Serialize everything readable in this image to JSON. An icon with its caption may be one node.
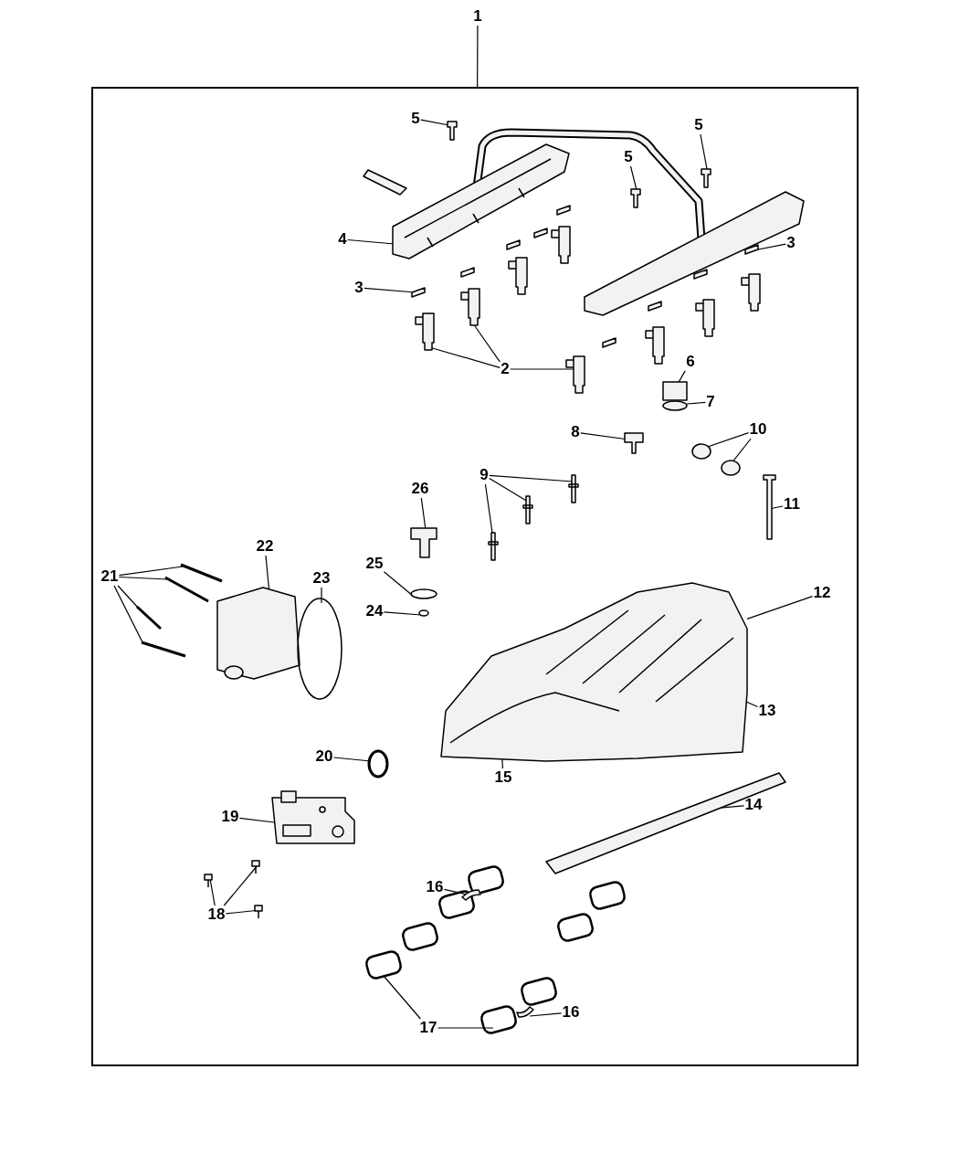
{
  "diagram": {
    "nodes": [
      {
        "text": [
          "1"
        ]
      },
      {
        "text": [],
        "shape": "box"
      },
      {
        "text": [
          "5"
        ],
        "in": 1
      },
      {
        "text": [
          "5"
        ],
        "in": 1
      },
      {
        "text": [
          "5"
        ],
        "in": 1
      },
      {
        "text": [
          "4"
        ],
        "in": 1
      },
      {
        "text": [
          "3"
        ],
        "in": 1
      },
      {
        "text": [
          "3"
        ],
        "in": 1
      },
      {
        "text": [
          "6"
        ],
        "in": 1
      },
      {
        "text": [
          "2"
        ],
        "in": 1
      },
      {
        "text": [
          "7"
        ],
        "in": 1
      },
      {
        "text": [
          "8"
        ],
        "in": 1
      },
      {
        "text": [
          "10"
        ],
        "in": 1
      },
      {
        "text": [
          "9"
        ],
        "in": 1
      },
      {
        "text": [
          "26"
        ],
        "in": 1
      },
      {
        "text": [
          "11"
        ],
        "in": 1
      },
      {
        "text": [
          "22"
        ],
        "in": 1
      },
      {
        "text": [
          "25"
        ],
        "in": 1
      },
      {
        "text": [
          "21"
        ],
        "in": 1
      },
      {
        "text": [
          "23"
        ],
        "in": 1
      },
      {
        "text": [
          "12"
        ],
        "in": 1
      },
      {
        "text": [
          "24"
        ],
        "in": 1
      },
      {
        "text": [
          "13"
        ],
        "in": 1
      },
      {
        "text": [
          "20"
        ],
        "in": 1
      },
      {
        "text": [
          "15"
        ],
        "in": 1
      },
      {
        "text": [
          "14"
        ],
        "in": 1
      },
      {
        "text": [
          "19"
        ],
        "in": 1
      },
      {
        "text": [
          "16"
        ],
        "in": 1
      },
      {
        "text": [
          "18"
        ],
        "in": 1
      },
      {
        "text": [
          "17"
        ],
        "in": 1
      },
      {
        "text": [
          "16"
        ],
        "in": 1
      },
      {
        "text": [],
        "shape": "picture",
        "in": 1
      },
      {
        "text": [],
        "shape": "picture",
        "in": 1
      },
      {
        "text": [],
        "shape": "picture",
        "in": 1
      },
      {
        "text": [],
        "shape": "picture",
        "in": 1
      },
      {
        "text": [],
        "shape": "box",
        "in": 1
      },
      {
        "text": [],
        "shape": "box",
        "in": 1
      },
      {
        "text": [],
        "shape": "picture",
        "in": 1
      },
      {
        "text": [],
        "shape": "picture",
        "in": 1
      },
      {
        "text": [],
        "shape": "picture",
        "in": 1
      },
      {
        "text": [],
        "shape": "box",
        "in": 1
      },
      {
        "text": [],
        "shape": "circle",
        "in": 1
      },
      {
        "text": [],
        "shape": "picture",
        "in": 1
      },
      {
        "text": [],
        "shape": "circle",
        "in": 1
      },
      {
        "text": [],
        "shape": "circle",
        "in": 1
      },
      {
        "text": [],
        "shape": "picture",
        "in": 1
      },
      {
        "text": [],
        "shape": "picture",
        "in": 1
      },
      {
        "text": [],
        "shape": "picture",
        "in": 1
      },
      {
        "text": [],
        "shape": "picture",
        "in": 1
      },
      {
        "text": [],
        "shape": "picture",
        "in": 1
      },
      {
        "text": [],
        "shape": "picture",
        "in": 1
      },
      {
        "text": [],
        "shape": "circle",
        "in": 1
      },
      {
        "text": [],
        "shape": "picture",
        "in": 1
      },
      {
        "text": [],
        "shape": "picture",
        "in": 1
      },
      {
        "text": [],
        "shape": "picture",
        "in": 1
      },
      {
        "text": [],
        "shape": "picture",
        "in": 1
      },
      {
        "text": [],
        "shape": "circle",
        "in": 1
      },
      {
        "text": [],
        "shape": "picture",
        "in": 1
      },
      {
        "text": [],
        "shape": "circle",
        "in": 1
      },
      {
        "text": [],
        "shape": "circle",
        "in": 1
      },
      {
        "text": [],
        "shape": "picture",
        "in": 1
      },
      {
        "text": [],
        "shape": "picture",
        "in": 1
      },
      {
        "text": [],
        "shape": "picture",
        "in": 1
      },
      {
        "text": [],
        "shape": "picture",
        "in": 1
      },
      {
        "text": [],
        "shape": "picture",
        "in": 1
      },
      {
        "text": [],
        "shape": "picture",
        "in": 1
      },
      {
        "text": [],
        "shape": "box",
        "in": 1
      },
      {
        "text": [],
        "shape": "box",
        "in": 1
      },
      {
        "text": [],
        "shape": "picture",
        "in": 1
      }
    ],
    "edges": [
      {
        "from": 0,
        "to": 1,
        "arrow": "none"
      },
      {
        "from": 2,
        "to": 31,
        "arrow": "none"
      },
      {
        "from": 3,
        "to": 32,
        "arrow": "none"
      },
      {
        "from": 4,
        "to": 33,
        "arrow": "none"
      },
      {
        "from": 5,
        "to": 34,
        "arrow": "none"
      },
      {
        "from": 6,
        "to": 35,
        "arrow": "none"
      },
      {
        "from": 7,
        "to": 36,
        "arrow": "none"
      },
      {
        "from": 9,
        "to": 37,
        "arrow": "none"
      },
      {
        "from": 9,
        "to": 38,
        "arrow": "none"
      },
      {
        "from": 9,
        "to": 39,
        "arrow": "none"
      },
      {
        "from": 8,
        "to": 40,
        "arrow": "none"
      },
      {
        "from": 10,
        "to": 41,
        "arrow": "none"
      },
      {
        "from": 11,
        "to": 42,
        "arrow": "none"
      },
      {
        "from": 12,
        "to": 43,
        "arrow": "none"
      },
      {
        "from": 12,
        "to": 44,
        "arrow": "none"
      },
      {
        "from": 13,
        "to": 45,
        "arrow": "none"
      },
      {
        "from": 13,
        "to": 46,
        "arrow": "none"
      },
      {
        "from": 13,
        "to": 47,
        "arrow": "none"
      },
      {
        "from": 14,
        "to": 48,
        "arrow": "none"
      },
      {
        "from": 15,
        "to": 49,
        "arrow": "none"
      },
      {
        "from": 16,
        "to": 50,
        "arrow": "none"
      },
      {
        "from": 17,
        "to": 51,
        "arrow": "none"
      },
      {
        "from": 18,
        "to": 52,
        "arrow": "none"
      },
      {
        "from": 18,
        "to": 53,
        "arrow": "none"
      },
      {
        "from": 18,
        "to": 54,
        "arrow": "none"
      },
      {
        "from": 18,
        "to": 55,
        "arrow": "none"
      },
      {
        "from": 19,
        "to": 56,
        "arrow": "none"
      },
      {
        "from": 20,
        "to": 57,
        "arrow": "none"
      },
      {
        "from": 21,
        "to": 58,
        "arrow": "none"
      },
      {
        "from": 22,
        "to": 57,
        "arrow": "none"
      },
      {
        "from": 23,
        "to": 59,
        "arrow": "none"
      },
      {
        "from": 24,
        "to": 57,
        "arrow": "none"
      },
      {
        "from": 25,
        "to": 60,
        "arrow": "none"
      },
      {
        "from": 26,
        "to": 61,
        "arrow": "none"
      },
      {
        "from": 27,
        "to": 62,
        "arrow": "none"
      },
      {
        "from": 28,
        "to": 63,
        "arrow": "none"
      },
      {
        "from": 28,
        "to": 64,
        "arrow": "none"
      },
      {
        "from": 28,
        "to": 65,
        "arrow": "none"
      },
      {
        "from": 29,
        "to": 66,
        "arrow": "none"
      },
      {
        "from": 29,
        "to": 67,
        "arrow": "none"
      },
      {
        "from": 30,
        "to": 68,
        "arrow": "none"
      }
    ]
  }
}
